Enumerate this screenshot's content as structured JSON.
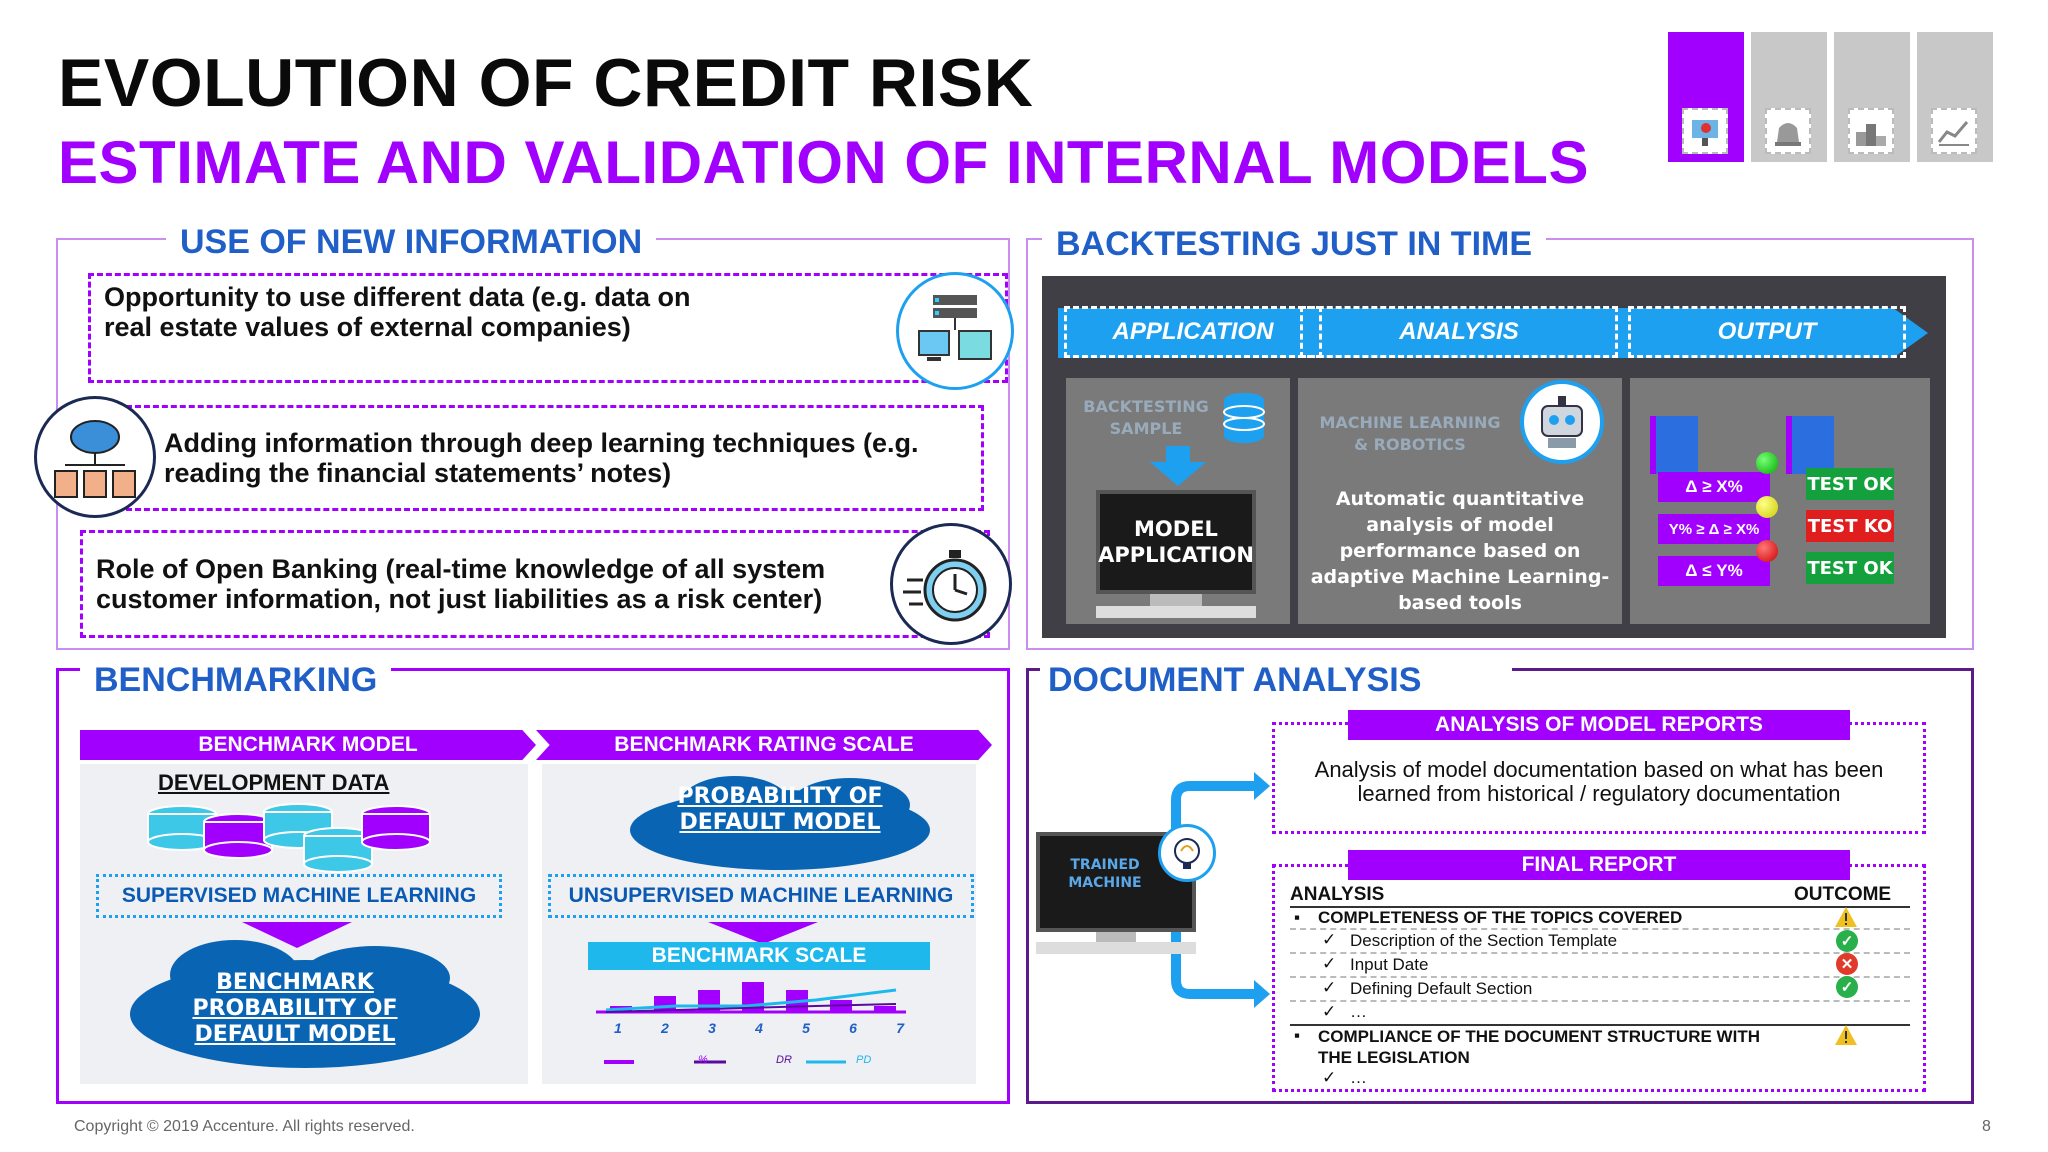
{
  "title": "EVOLUTION OF CREDIT RISK",
  "subtitle": "ESTIMATE AND VALIDATION OF INTERNAL MODELS",
  "colors": {
    "accent": "#a100ff",
    "blue_title": "#1f5fc7",
    "cyan": "#1ea0f0",
    "green": "#14a03c",
    "red": "#e01e1e"
  },
  "nav_icons": [
    "presentation-icon",
    "alarm-icon",
    "podium-icon",
    "chart-icon"
  ],
  "use_new_info": {
    "title": "USE OF NEW INFORMATION",
    "items": [
      "Opportunity  to use different data (e.g. data on real estate values of external companies)",
      "Adding information through deep learning techniques (e.g. reading the financial statements’ notes)",
      "Role of Open Banking (real-time knowledge of all system customer information, not just liabilities as a risk center)"
    ]
  },
  "backtesting": {
    "title": "BACKTESTING JUST IN TIME",
    "stages": [
      "APPLICATION",
      "ANALYSIS",
      "OUTPUT"
    ],
    "sample_label": "BACKTESTING SAMPLE",
    "model_application": "MODEL APPLICATION",
    "ml_label": "MACHINE LEARNING & ROBOTICS",
    "analysis_text": "Automatic quantitative analysis of model performance based on adaptive Machine Learning-based tools",
    "conditions": [
      "Δ ≥ X%",
      "Y% ≥ Δ ≥ X%",
      "Δ ≤ Y%"
    ],
    "results": [
      "TEST OK",
      "TEST KO",
      "TEST OK"
    ]
  },
  "benchmarking": {
    "title": "BENCHMARKING",
    "left_header": "BENCHMARK MODEL",
    "right_header": "BENCHMARK RATING SCALE",
    "dev_data": "DEVELOPMENT DATA",
    "supervised": "SUPERVISED MACHINE LEARNING",
    "unsupervised": "UNSUPERVISED MACHINE LEARNING",
    "left_cloud": "BENCHMARK PROBABILITY OF DEFAULT MODEL",
    "right_cloud": "PROBABILITY OF DEFAULT MODEL",
    "scale_label": "BENCHMARK SCALE",
    "scale_ticks": [
      "1",
      "2",
      "3",
      "4",
      "5",
      "6",
      "7"
    ],
    "legend": [
      "%",
      "DR",
      "PD"
    ]
  },
  "doc_analysis": {
    "title": "DOCUMENT ANALYSIS",
    "trained_machine": "TRAINED MACHINE",
    "reports_title": "ANALYSIS OF MODEL REPORTS",
    "reports_text": "Analysis of model documentation based on what has been learned from historical / regulatory documentation",
    "final_title": "FINAL REPORT",
    "col_analysis": "ANALYSIS",
    "col_outcome": "OUTCOME",
    "topic1": "COMPLETENESS OF THE TOPICS COVERED",
    "sub_items": [
      "Description of the Section Template",
      "Input Date",
      "Defining Default Section",
      "…"
    ],
    "topic2": "COMPLIANCE OF THE DOCUMENT STRUCTURE WITH THE LEGISLATION",
    "sub_items2": [
      "…"
    ]
  },
  "footer": {
    "copyright": "Copyright © 2019 Accenture. All rights reserved.",
    "page": "8"
  }
}
